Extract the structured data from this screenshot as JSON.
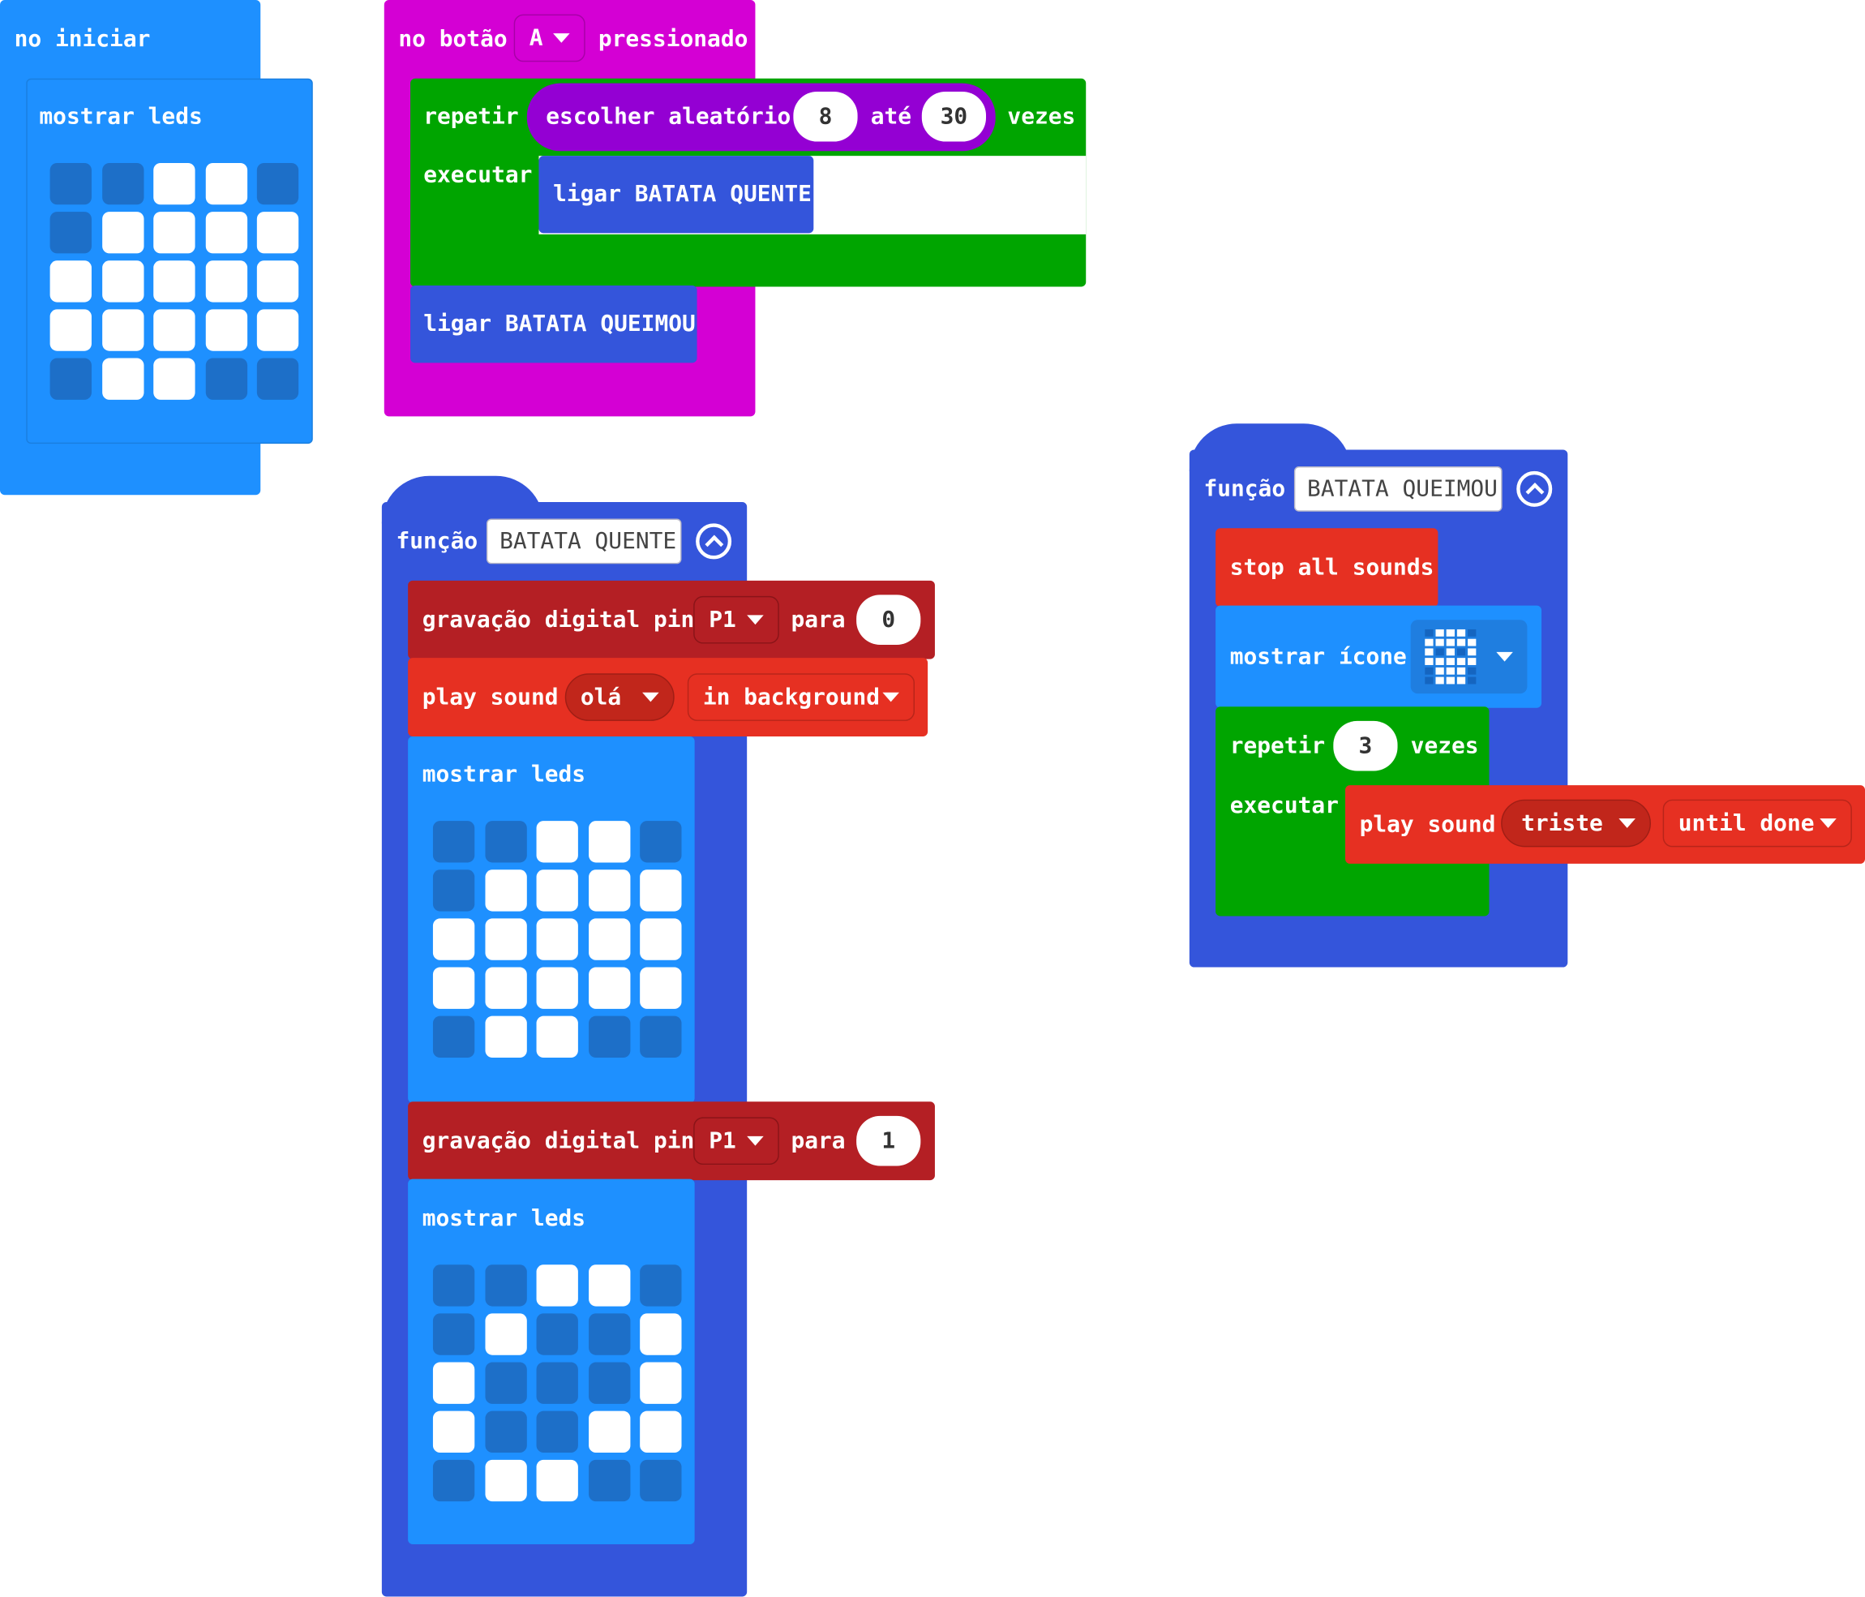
{
  "on_start": {
    "label": "no iniciar",
    "show_leds_label": "mostrar leds",
    "leds": [
      [
        0,
        0,
        1,
        1,
        0
      ],
      [
        0,
        1,
        1,
        1,
        1
      ],
      [
        1,
        1,
        1,
        1,
        1
      ],
      [
        1,
        1,
        1,
        1,
        1
      ],
      [
        0,
        1,
        1,
        0,
        0
      ]
    ]
  },
  "on_button": {
    "prefix": "no botão",
    "button": "A",
    "suffix": "pressionado",
    "repeat": {
      "label": "repetir",
      "random_label": "escolher aleatório",
      "from": "8",
      "to_label": "até",
      "to": "30",
      "times_label": "vezes",
      "do_label": "executar",
      "call": "ligar BATATA QUENTE"
    },
    "call_after": "ligar BATATA QUEIMOU"
  },
  "func_quente": {
    "label": "função",
    "name": "BATATA QUENTE",
    "write1": {
      "label": "gravação digital pin",
      "pin": "P1",
      "to_label": "para",
      "value": "0"
    },
    "play": {
      "label": "play sound",
      "sound": "olá",
      "mode": "in background"
    },
    "leds1_label": "mostrar leds",
    "leds1": [
      [
        0,
        0,
        1,
        1,
        0
      ],
      [
        0,
        1,
        1,
        1,
        1
      ],
      [
        1,
        1,
        1,
        1,
        1
      ],
      [
        1,
        1,
        1,
        1,
        1
      ],
      [
        0,
        1,
        1,
        0,
        0
      ]
    ],
    "write2": {
      "label": "gravação digital pin",
      "pin": "P1",
      "to_label": "para",
      "value": "1"
    },
    "leds2_label": "mostrar leds",
    "leds2": [
      [
        0,
        0,
        1,
        1,
        0
      ],
      [
        0,
        1,
        0,
        0,
        1
      ],
      [
        1,
        0,
        0,
        0,
        1
      ],
      [
        1,
        0,
        0,
        1,
        1
      ],
      [
        0,
        1,
        1,
        0,
        0
      ]
    ]
  },
  "func_queimou": {
    "label": "função",
    "name": "BATATA QUEIMOU",
    "stop": "stop all sounds",
    "icon": {
      "label": "mostrar ícone",
      "icon_name": "skull-icon"
    },
    "repeat": {
      "label": "repetir",
      "times": "3",
      "times_label": "vezes",
      "do_label": "executar"
    },
    "play": {
      "label": "play sound",
      "sound": "triste",
      "mode": "until done"
    }
  },
  "colors": {
    "basic": "#1e90ff",
    "input": "#d400d4",
    "loops": "#00a500",
    "math": "#9400d3",
    "functions": "#3455db",
    "pins": "#b41f24",
    "music": "#e63022"
  }
}
